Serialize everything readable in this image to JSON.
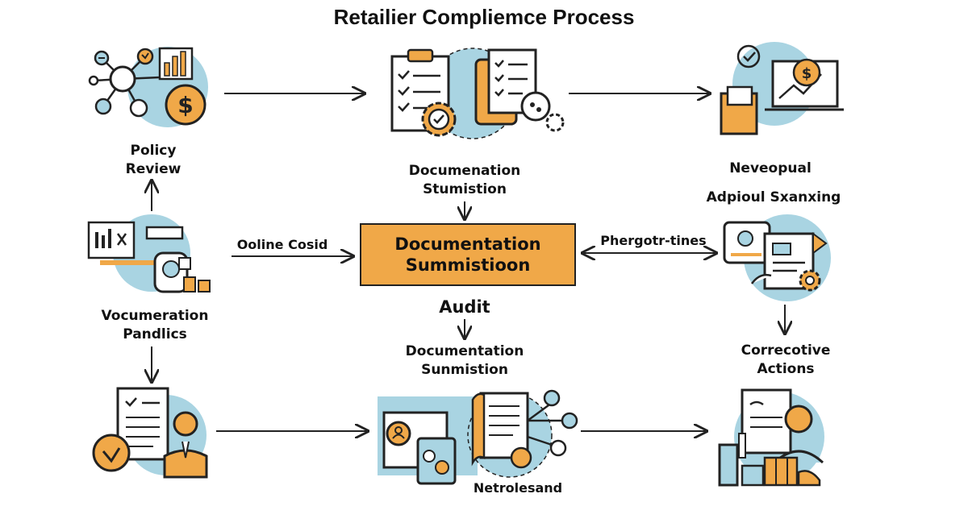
{
  "title": "Retailier Compliemce Process",
  "labels": {
    "policy_review": [
      "Policy",
      "Review"
    ],
    "doc_submission_top": [
      "Documenation",
      "Stumistion"
    ],
    "neveopual": "Neveopual",
    "adpioul": "Adpioul Sxanxing",
    "online_cosid": "Ooline Cosid",
    "phergotr": "Phergotr-tines",
    "vocumeration": [
      "Vocumeration",
      "Pandlics"
    ],
    "audit": "Audit",
    "doc_submission_bottom": [
      "Documentation",
      "Sunmistion"
    ],
    "corrective": [
      "Correcotive",
      "Actions"
    ],
    "netrolesand": "Netrolesand"
  },
  "central_box": [
    "Documentation",
    "Summistioon"
  ],
  "colors": {
    "accent": "#f0a848",
    "circle": "#a9d4e2",
    "line": "#222222"
  },
  "icons": [
    "policy-network-dollar-icon",
    "checklist-gear-document-icon",
    "laptop-dollar-chart-icon",
    "clipboard-chart-machine-icon",
    "document-profile-gear-icon",
    "document-checkmark-person-icon",
    "document-profile-network-icon",
    "document-worker-desk-icon"
  ]
}
